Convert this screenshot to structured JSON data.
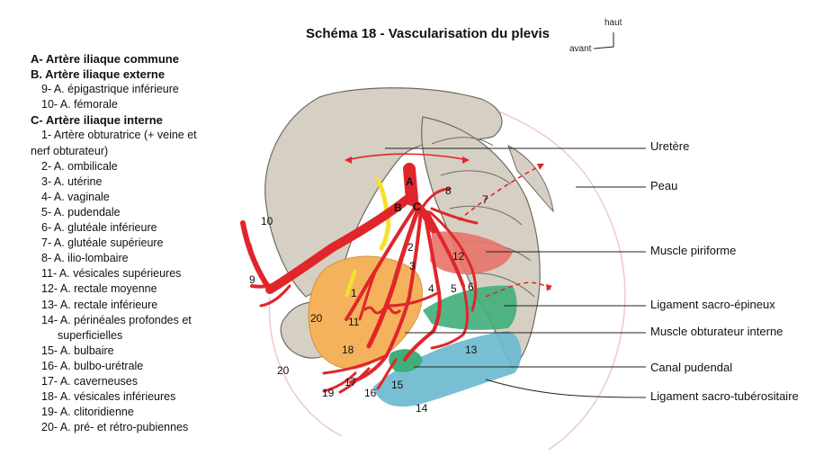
{
  "title": "Schéma 18 - Vascularisation du plevis",
  "orientation": {
    "up": "haut",
    "front": "avant"
  },
  "legend": {
    "group_a": "A- Artère iliaque commune",
    "group_b": "B. Artère iliaque externe",
    "b_items": [
      "9- A. épigastrique inférieure",
      "10- A. fémorale"
    ],
    "group_c": "C- Artère iliaque interne",
    "c_item_1a": "1- Artère obturatrice (+ veine et",
    "c_item_1b": "nerf obturateur)",
    "c_items": [
      "2- A. ombilicale",
      "3- A. utérine",
      "4- A. vaginale",
      "5- A. pudendale",
      "6- A. glutéale inférieure",
      "7- A. glutéale supérieure",
      "8- A. ilio-lombaire",
      "11- A. vésicales supérieures",
      "12- A. rectale moyenne",
      "13- A. rectale inférieure"
    ],
    "c_item_14a": "14- A. périnéales profondes et",
    "c_item_14b": "superficielles",
    "c_items_2": [
      "15- A. bulbaire",
      "16- A. bulbo-urétrale",
      "17- A. caverneuses",
      "18- A. vésicales inférieures",
      "19- A. clitoridienne",
      "20- A. pré- et rétro-pubiennes"
    ]
  },
  "callouts": {
    "uretere": "Uretère",
    "peau": "Peau",
    "piriforme": "Muscle piriforme",
    "sacro_epineux": "Ligament sacro-épineux",
    "obturateur": "Muscle obturateur interne",
    "pudendal": "Canal pudendal",
    "sacro_tuberositaire": "Ligament sacro-tubérositaire"
  },
  "diagram_labels": {
    "A": "A",
    "B": "B",
    "C": "C",
    "n1": "1",
    "n2": "2",
    "n3": "3",
    "n4": "4",
    "n5": "5",
    "n6": "6",
    "n7": "7",
    "n8": "8",
    "n9": "9",
    "n10": "10",
    "n11": "11",
    "n12": "12",
    "n13": "13",
    "n14": "14",
    "n15": "15",
    "n16": "16",
    "n17": "17",
    "n18": "18",
    "n19": "19",
    "n20a": "20",
    "n20b": "20"
  },
  "colors": {
    "bone": "#d6d0c4",
    "artery": "#e0262b",
    "ureter": "#f5e22a",
    "piriformis": "#e8736a",
    "obturator": "#f5b25c",
    "sacrospinous": "#3fae7a",
    "sacrotuberous": "#6ab8cf",
    "skin": "#eec9cc"
  }
}
